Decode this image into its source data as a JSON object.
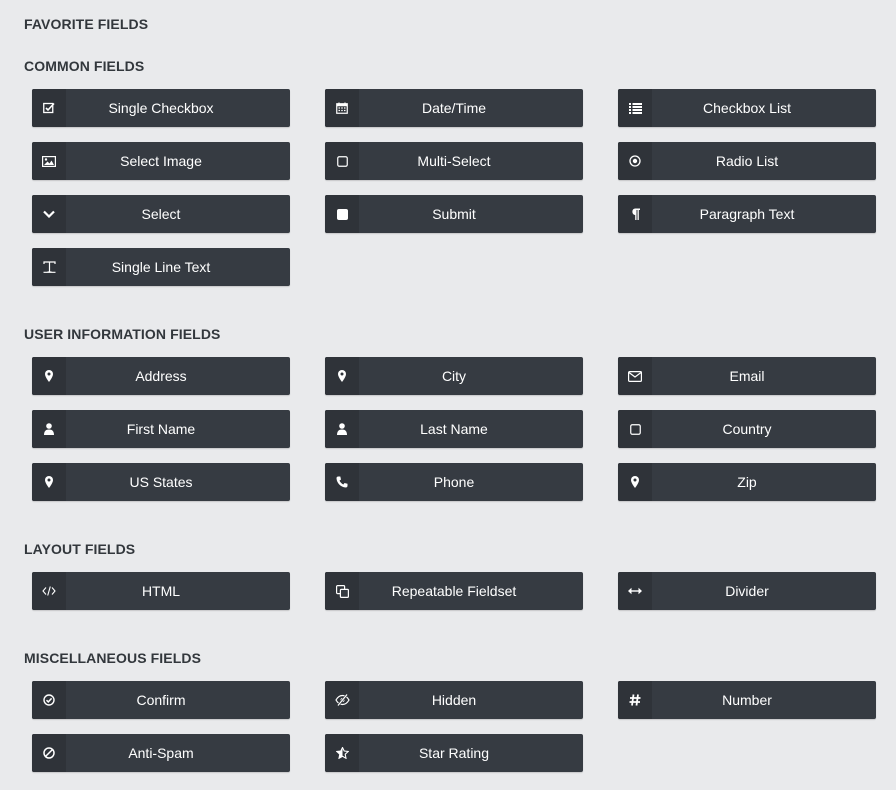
{
  "sections": {
    "favorite": {
      "title": "FAVORITE FIELDS"
    },
    "common": {
      "title": "COMMON FIELDS",
      "items": [
        {
          "label": "Single Checkbox",
          "icon": "checkbox-checked-icon"
        },
        {
          "label": "Date/Time",
          "icon": "calendar-icon"
        },
        {
          "label": "Checkbox List",
          "icon": "list-icon"
        },
        {
          "label": "Select Image",
          "icon": "image-icon"
        },
        {
          "label": "Multi-Select",
          "icon": "square-outline-icon"
        },
        {
          "label": "Radio List",
          "icon": "radio-dot-icon"
        },
        {
          "label": "Select",
          "icon": "chevron-down-icon"
        },
        {
          "label": "Submit",
          "icon": "square-filled-icon"
        },
        {
          "label": "Paragraph Text",
          "icon": "pilcrow-icon"
        },
        {
          "label": "Single Line Text",
          "icon": "text-cursor-icon"
        }
      ]
    },
    "user": {
      "title": "USER INFORMATION FIELDS",
      "items": [
        {
          "label": "Address",
          "icon": "map-pin-icon"
        },
        {
          "label": "City",
          "icon": "map-pin-icon"
        },
        {
          "label": "Email",
          "icon": "envelope-icon"
        },
        {
          "label": "First Name",
          "icon": "user-icon"
        },
        {
          "label": "Last Name",
          "icon": "user-icon"
        },
        {
          "label": "Country",
          "icon": "square-outline-icon"
        },
        {
          "label": "US States",
          "icon": "map-pin-icon"
        },
        {
          "label": "Phone",
          "icon": "phone-icon"
        },
        {
          "label": "Zip",
          "icon": "map-pin-icon"
        }
      ]
    },
    "layout": {
      "title": "LAYOUT FIELDS",
      "items": [
        {
          "label": "HTML",
          "icon": "code-icon"
        },
        {
          "label": "Repeatable Fieldset",
          "icon": "copy-icon"
        },
        {
          "label": "Divider",
          "icon": "arrows-horizontal-icon"
        }
      ]
    },
    "misc": {
      "title": "MISCELLANEOUS FIELDS",
      "items": [
        {
          "label": "Confirm",
          "icon": "check-circle-icon"
        },
        {
          "label": "Hidden",
          "icon": "eye-slash-icon"
        },
        {
          "label": "Number",
          "icon": "hash-icon"
        },
        {
          "label": "Anti-Spam",
          "icon": "ban-icon"
        },
        {
          "label": "Star Rating",
          "icon": "star-half-icon"
        }
      ]
    }
  },
  "colors": {
    "background": "#e9eaec",
    "button": "#363b42",
    "icon_bg": "#2f3339",
    "text_dark": "#32373c",
    "text_light": "#ffffff"
  }
}
